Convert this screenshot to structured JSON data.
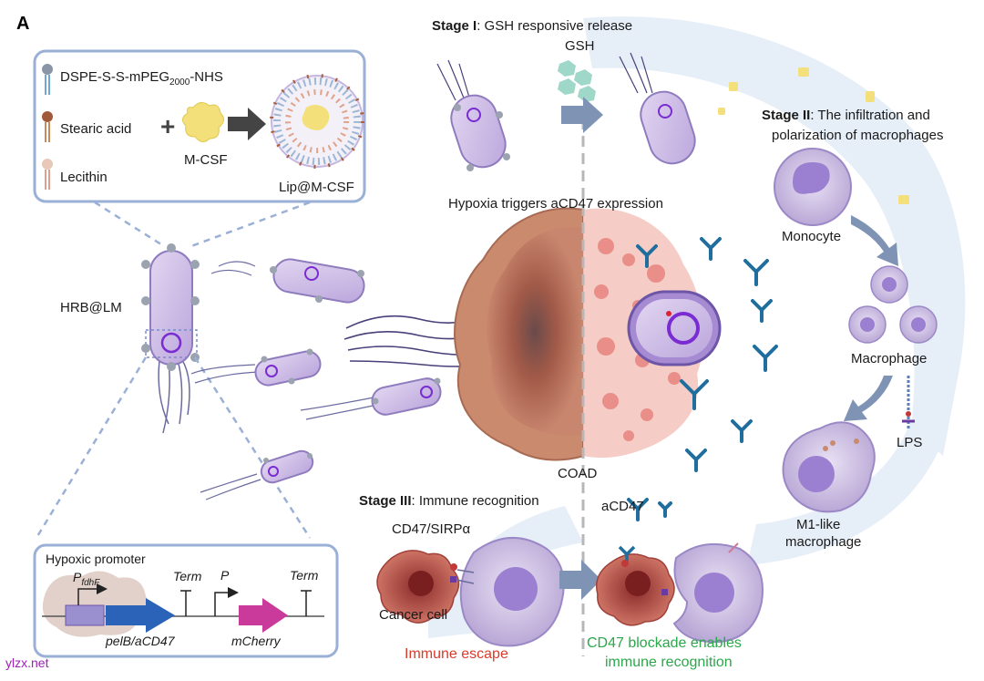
{
  "panel_label": "A",
  "lipid_box": {
    "dspe_prefix": "DSPE-S-S-mPEG",
    "dspe_sub": "2000",
    "dspe_suffix": "-NHS",
    "stearic": "Stearic acid",
    "lecithin": "Lecithin",
    "mcsf": "M-CSF",
    "lip": "Lip@M-CSF"
  },
  "hrb_label": "HRB@LM",
  "stage1": {
    "bold": "Stage I",
    "rest": ": GSH responsive release",
    "gsh": "GSH"
  },
  "stage2": {
    "bold": "Stage II",
    "rest": ": The infiltration and",
    "line2": "polarization of macrophages"
  },
  "stage3": {
    "bold": "Stage III",
    "rest": ": Immune recognition"
  },
  "hypoxia": "Hypoxia triggers aCD47 expression",
  "coad": "COAD",
  "monocyte": "Monocyte",
  "macrophage": "Macrophage",
  "lps": "LPS",
  "m1_line1": "M1-like",
  "m1_line2": "macrophage",
  "acd47": "aCD47",
  "cd47_sirpa": "CD47/SIRPα",
  "cancer_cell": "Cancer cell",
  "immune_escape": "Immune escape",
  "blockade_line1": "CD47 blockade enables",
  "blockade_line2": "immune recognition",
  "plasmid": {
    "title": "Hypoxic promoter",
    "p_fdhf": "P",
    "p_fdhf_sub": "fdhF",
    "term1": "Term",
    "p2": "P",
    "term2": "Term",
    "gene1": "pelB/aCD47",
    "gene2": "mCherry"
  },
  "watermark": "ylzx.net",
  "colors": {
    "escape_red": "#d93b2b",
    "blockade_green": "#2aa84a",
    "watermark_purple": "#a01fb8",
    "bacterium": "#c9b7e3",
    "antibody": "#1f6e9e",
    "tumor": "#b55a45"
  }
}
